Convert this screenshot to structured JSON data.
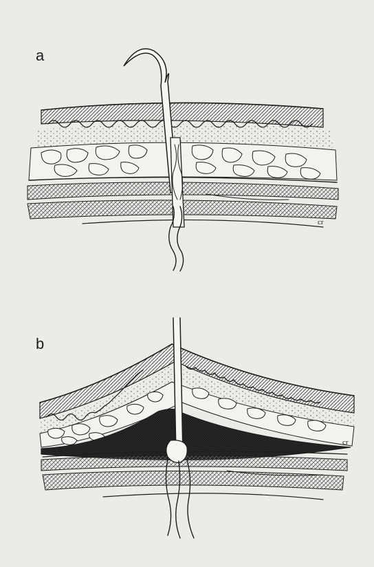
{
  "panels": [
    {
      "label": "a",
      "signature": "cr"
    },
    {
      "label": "b",
      "signature": "cr"
    }
  ],
  "colors": {
    "paper": "#ecebe8",
    "ink": "#1e1e1e",
    "dark_fill": "#2c2c2c",
    "hatch": "#555555"
  }
}
